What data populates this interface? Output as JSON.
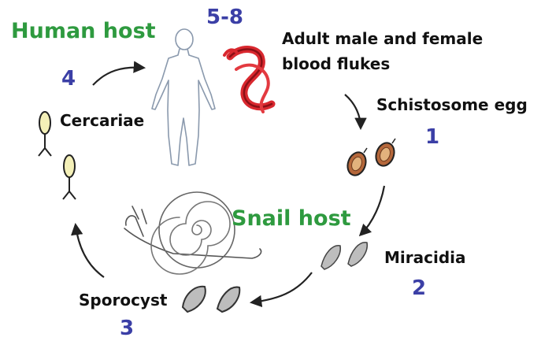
{
  "hosts": {
    "human": "Human host",
    "snail": "Snail host"
  },
  "stages": {
    "adult": {
      "label_line1": "Adult male and female",
      "label_line2": "blood flukes",
      "number": "5-8"
    },
    "egg": {
      "label": "Schistosome egg",
      "number": "1"
    },
    "miracidia": {
      "label": "Miracidia",
      "number": "2"
    },
    "sporocyst": {
      "label": "Sporocyst",
      "number": "3"
    },
    "cercariae": {
      "label": "Cercariae",
      "number": "4"
    }
  },
  "colors": {
    "host_label": "#2e9a3f",
    "stage_number": "#3b3fa6",
    "fluke": "#d9282f",
    "egg_fill": "#b5673a",
    "sporocyst_fill": "#bdbdbd"
  }
}
